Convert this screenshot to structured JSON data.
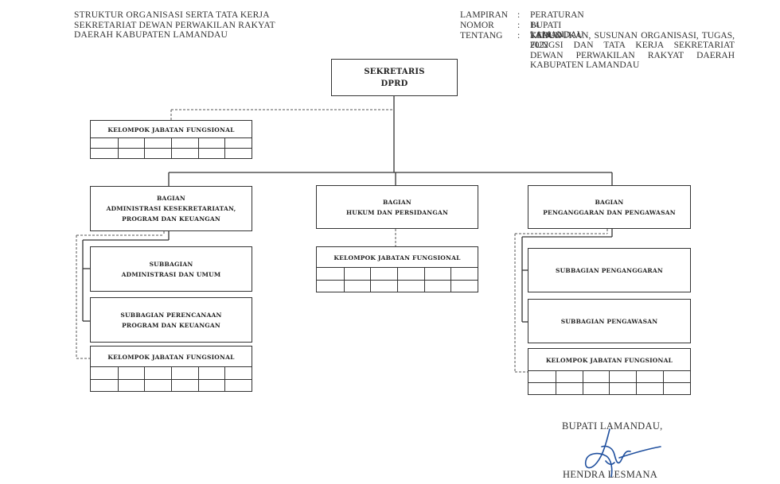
{
  "header_left": [
    "STRUKTUR ORGANISASI SERTA TATA KERJA",
    "SEKRETARIAT DEWAN PERWAKILAN RAKYAT",
    "DAERAH KABUPATEN LAMANDAU"
  ],
  "header_right": {
    "lampiran": {
      "label": "LAMPIRAN",
      "colon": ":",
      "value": "PERATURAN BUPATI LAMANDAU"
    },
    "nomor": {
      "label": "NOMOR",
      "colon": ":",
      "value": "14 TAHUN 2022"
    },
    "tentang": {
      "label": "TENTANG",
      "colon": ":",
      "lines": [
        "KEDUDUKAN, SUSUNAN ORGANISASI, TUGAS,",
        "FUNGSI DAN TATA KERJA SEKRETARIAT",
        "DEWAN PERWAKILAN RAKYAT DAERAH",
        "KABUPATEN LAMANDAU"
      ]
    }
  },
  "org": {
    "sekretaris": [
      "SEKRETARIS",
      "DPRD"
    ],
    "kjf_top": "KELOMPOK JABATAN FUNGSIONAL",
    "bagian_admin": [
      "BAGIAN",
      "ADMINISTRASI KESEKRETARIATAN,",
      "PROGRAM DAN KEUANGAN"
    ],
    "bagian_hukum": [
      "BAGIAN",
      "HUKUM DAN PERSIDANGAN"
    ],
    "bagian_anggaran": [
      "BAGIAN",
      "PENGANGGARAN DAN PENGAWASAN"
    ],
    "sub_admin_umum": [
      "SUBBAGIAN",
      "ADMINISTRASI DAN UMUM"
    ],
    "sub_perencanaan": [
      "SUBBAGIAN PERENCANAAN",
      "PROGRAM DAN KEUANGAN"
    ],
    "kjf_left": "KELOMPOK JABATAN FUNGSIONAL",
    "kjf_mid": "KELOMPOK JABATAN FUNGSIONAL",
    "sub_penganggaran": "SUBBAGIAN PENGANGGARAN",
    "sub_pengawasan": "SUBBAGIAN PENGAWASAN",
    "kjf_right": "KELOMPOK JABATAN FUNGSIONAL"
  },
  "signature": {
    "title": "BUPATI LAMANDAU,",
    "name": "HENDRA LESMANA"
  },
  "colors": {
    "line": "#333333",
    "signature_ink": "#1f4f9e"
  }
}
